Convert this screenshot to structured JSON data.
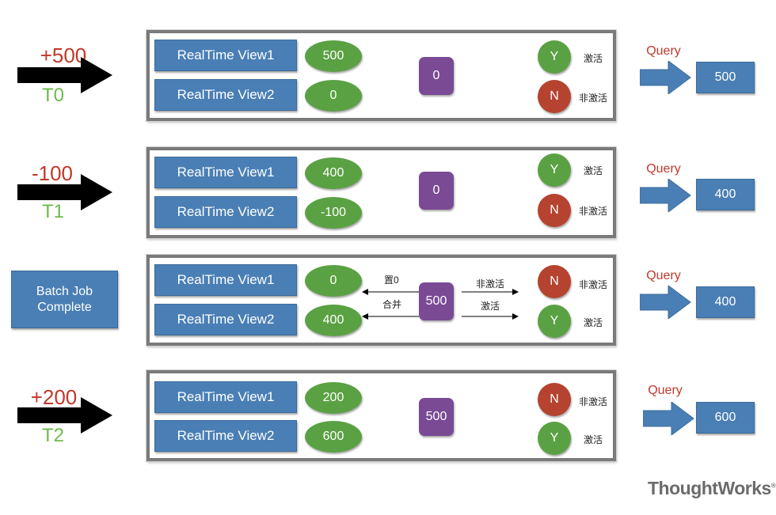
{
  "rows": [
    {
      "event": "+500",
      "time": "T0",
      "views": [
        {
          "label": "RealTime View1",
          "value": "500"
        },
        {
          "label": "RealTime View2",
          "value": "0"
        }
      ],
      "batch_value": "0",
      "states": [
        {
          "letter": "Y",
          "color": "green",
          "text": "激活"
        },
        {
          "letter": "N",
          "color": "red",
          "text": "非激活"
        }
      ],
      "query": "Query",
      "result": "500"
    },
    {
      "event": "-100",
      "time": "T1",
      "views": [
        {
          "label": "RealTime View1",
          "value": "400"
        },
        {
          "label": "RealTime View2",
          "value": "-100"
        }
      ],
      "batch_value": "0",
      "states": [
        {
          "letter": "Y",
          "color": "green",
          "text": "激活"
        },
        {
          "letter": "N",
          "color": "red",
          "text": "非激活"
        }
      ],
      "query": "Query",
      "result": "400"
    },
    {
      "batch_job": "Batch Job Complete",
      "views": [
        {
          "label": "RealTime View1",
          "value": "0"
        },
        {
          "label": "RealTime View2",
          "value": "400"
        }
      ],
      "batch_value": "500",
      "left_arrows": [
        "置0",
        "合并"
      ],
      "right_arrows": [
        "非激活",
        "激活"
      ],
      "states": [
        {
          "letter": "N",
          "color": "red",
          "text": "非激活"
        },
        {
          "letter": "Y",
          "color": "green",
          "text": "激活"
        }
      ],
      "query": "Query",
      "result": "400"
    },
    {
      "event": "+200",
      "time": "T2",
      "views": [
        {
          "label": "RealTime View1",
          "value": "200"
        },
        {
          "label": "RealTime View2",
          "value": "600"
        }
      ],
      "batch_value": "500",
      "states": [
        {
          "letter": "N",
          "color": "red",
          "text": "非激活"
        },
        {
          "letter": "Y",
          "color": "green",
          "text": "激活"
        }
      ],
      "query": "Query",
      "result": "600"
    }
  ],
  "logo": "ThoughtWorks",
  "colors": {
    "accent_red": "#c0392b",
    "time_green": "#6dbb4a",
    "box_blue": "#4a7fb5",
    "purple": "#7a4a95",
    "green": "#5aa143",
    "red": "#b5432f"
  }
}
